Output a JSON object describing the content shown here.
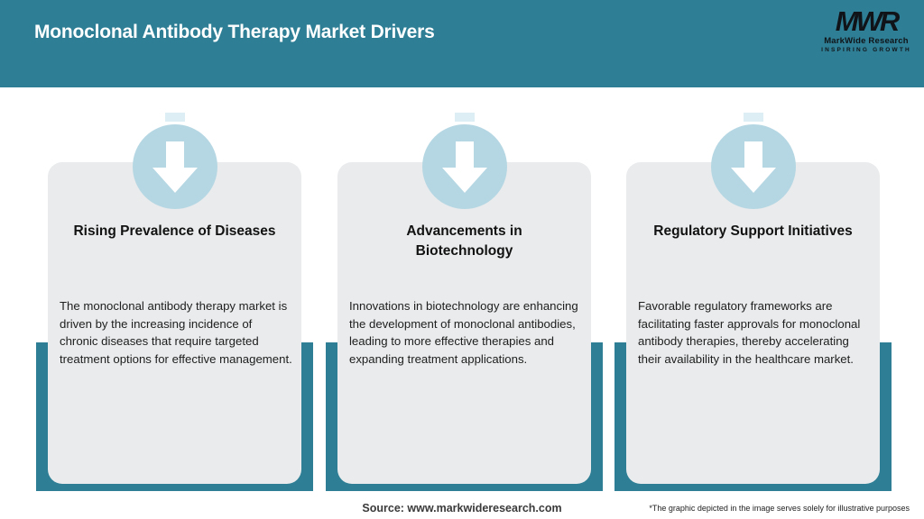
{
  "header": {
    "title": "Monoclonal Antibody Therapy Market Drivers",
    "bg_color": "#2e7f96"
  },
  "logo": {
    "monogram": "MWR",
    "name": "MarkWide Research",
    "tagline": "INSPIRING GROWTH"
  },
  "cards": [
    {
      "icon": "down-arrow-icon",
      "title": "Rising Prevalence of Diseases",
      "body": "The monoclonal antibody therapy market is driven by the increasing incidence of chronic diseases that require targeted treatment options for effective management."
    },
    {
      "icon": "down-arrow-icon",
      "title": "Advancements in\nBiotechnology",
      "body": "Innovations in biotechnology are enhancing the development of monoclonal antibodies, leading to more effective therapies and expanding treatment applications."
    },
    {
      "icon": "down-arrow-icon",
      "title": "Regulatory Support Initiatives",
      "body": "Favorable regulatory frameworks are facilitating faster approvals for monoclonal antibody therapies, thereby accelerating their availability in the healthcare market."
    }
  ],
  "footer": {
    "source": "Source: www.markwideresearch.com",
    "disclaimer": "*The graphic depicted in the image serves solely for illustrative purposes"
  },
  "colors": {
    "teal": "#2e7f96",
    "light_blue_circle": "#b5d7e3",
    "card_gray": "#e9ebec",
    "arrow_white": "#ffffff"
  }
}
